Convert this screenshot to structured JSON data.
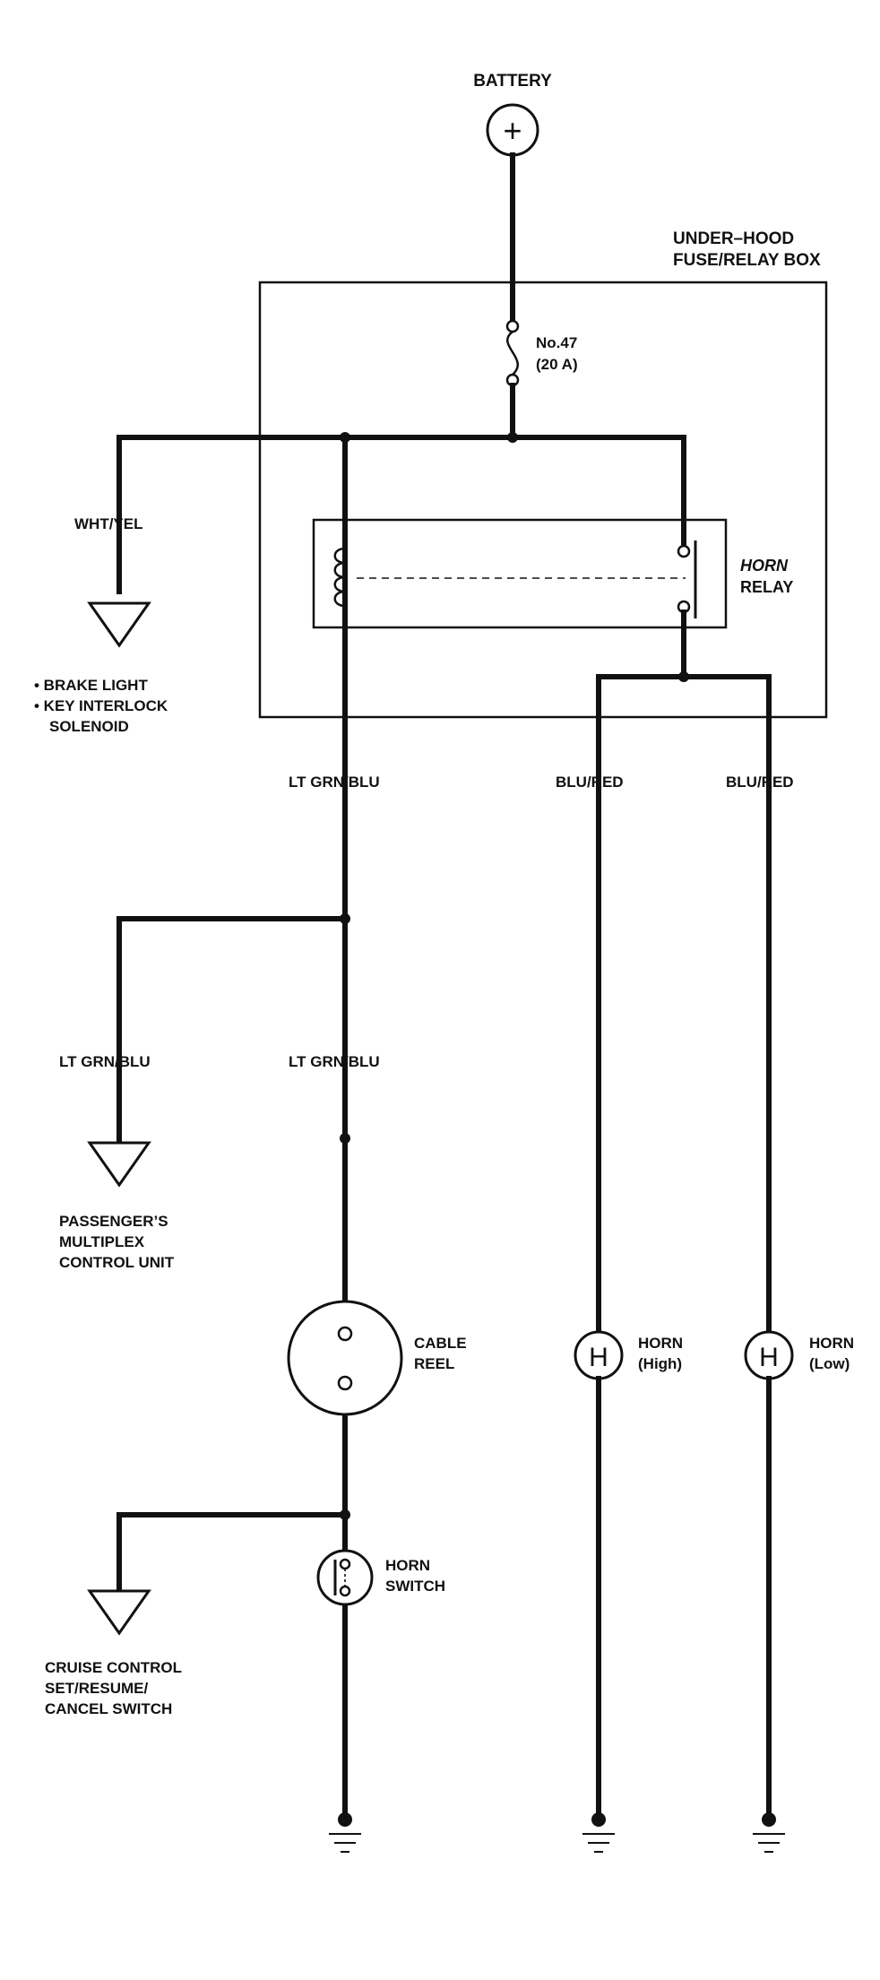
{
  "battery": {
    "label": "BATTERY",
    "symbol": "+"
  },
  "fuse_box": {
    "label_line1": "UNDER–HOOD",
    "label_line2": "FUSE/RELAY BOX"
  },
  "fuse": {
    "label_line1": "No.47",
    "label_line2": "(20 A)"
  },
  "relay": {
    "label_line1": "HORN",
    "label_line2": "RELAY"
  },
  "wires": {
    "wht_yel": "WHT/YEL",
    "lt_grn_blu_top": "LT GRN/BLU",
    "blu_red_high": "BLU/RED",
    "blu_red_low": "BLU/RED",
    "lt_grn_blu_left": "LT GRN/BLU",
    "lt_grn_blu_mid": "LT GRN/BLU"
  },
  "brake": {
    "line1": "• BRAKE LIGHT",
    "line2": "• KEY INTERLOCK",
    "line3": "SOLENOID"
  },
  "multiplex": {
    "line1": "PASSENGER’S",
    "line2": "MULTIPLEX",
    "line3": "CONTROL UNIT"
  },
  "cable_reel": {
    "line1": "CABLE",
    "line2": "REEL"
  },
  "horn_high": {
    "symbol": "H",
    "line1": "HORN",
    "line2": "(High)"
  },
  "horn_low": {
    "symbol": "H",
    "line1": "HORN",
    "line2": "(Low)"
  },
  "cruise": {
    "line1": "CRUISE CONTROL",
    "line2": "SET/RESUME/",
    "line3": "CANCEL SWITCH"
  },
  "horn_switch": {
    "line1": "HORN",
    "line2": "SWITCH"
  }
}
